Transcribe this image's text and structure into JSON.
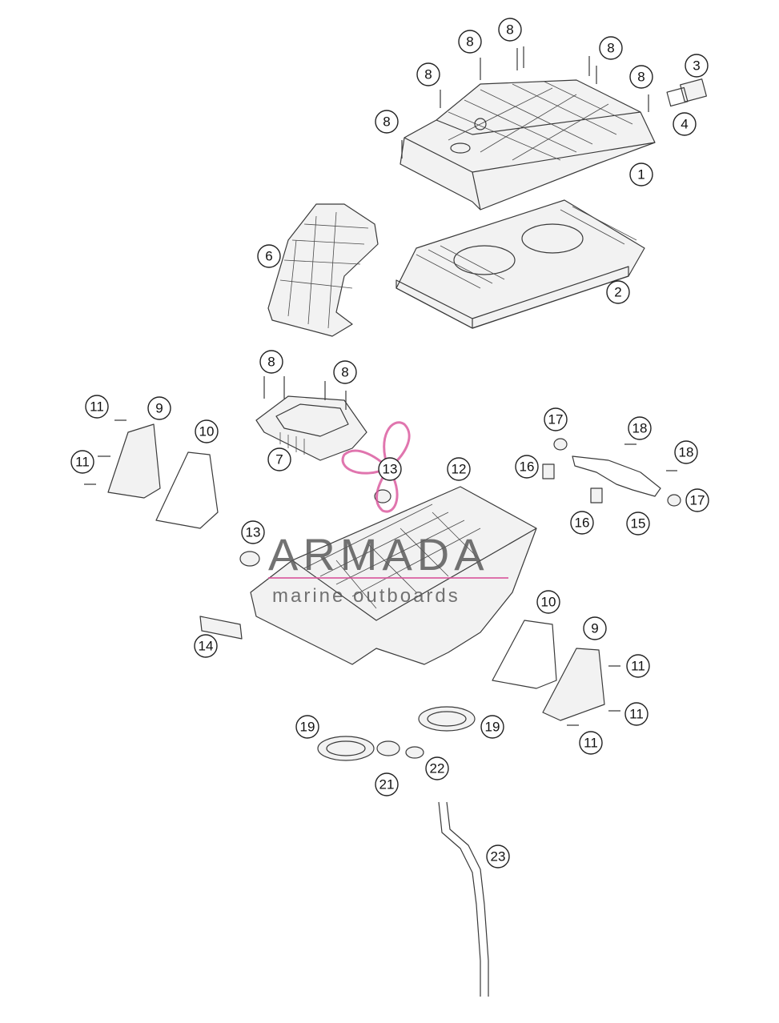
{
  "watermark": {
    "title": "ARMADA",
    "subtitle": "marine outboards",
    "accent_color": "#d9539a"
  },
  "callouts": [
    {
      "id": "c1",
      "label": "1"
    },
    {
      "id": "c2",
      "label": "2"
    },
    {
      "id": "c3",
      "label": "3"
    },
    {
      "id": "c4",
      "label": "4"
    },
    {
      "id": "c5",
      "label": "6"
    },
    {
      "id": "c6",
      "label": "7"
    },
    {
      "id": "c7",
      "label": "8"
    },
    {
      "id": "c8",
      "label": "8"
    },
    {
      "id": "c9",
      "label": "8"
    },
    {
      "id": "c10",
      "label": "8"
    },
    {
      "id": "c11",
      "label": "8"
    },
    {
      "id": "c12",
      "label": "8"
    },
    {
      "id": "c13",
      "label": "8"
    },
    {
      "id": "c14",
      "label": "8"
    },
    {
      "id": "c15",
      "label": "9"
    },
    {
      "id": "c16",
      "label": "9"
    },
    {
      "id": "c17",
      "label": "10"
    },
    {
      "id": "c18",
      "label": "10"
    },
    {
      "id": "c19",
      "label": "11"
    },
    {
      "id": "c20",
      "label": "11"
    },
    {
      "id": "c21",
      "label": "11"
    },
    {
      "id": "c22",
      "label": "11"
    },
    {
      "id": "c23",
      "label": "11"
    },
    {
      "id": "c24",
      "label": "12"
    },
    {
      "id": "c25",
      "label": "13"
    },
    {
      "id": "c26",
      "label": "13"
    },
    {
      "id": "c27",
      "label": "14"
    },
    {
      "id": "c28",
      "label": "15"
    },
    {
      "id": "c29",
      "label": "16"
    },
    {
      "id": "c30",
      "label": "16"
    },
    {
      "id": "c31",
      "label": "17"
    },
    {
      "id": "c32",
      "label": "17"
    },
    {
      "id": "c33",
      "label": "18"
    },
    {
      "id": "c34",
      "label": "18"
    },
    {
      "id": "c35",
      "label": "19"
    },
    {
      "id": "c36",
      "label": "19"
    },
    {
      "id": "c37",
      "label": "21"
    },
    {
      "id": "c38",
      "label": "22"
    },
    {
      "id": "c39",
      "label": "23"
    }
  ]
}
